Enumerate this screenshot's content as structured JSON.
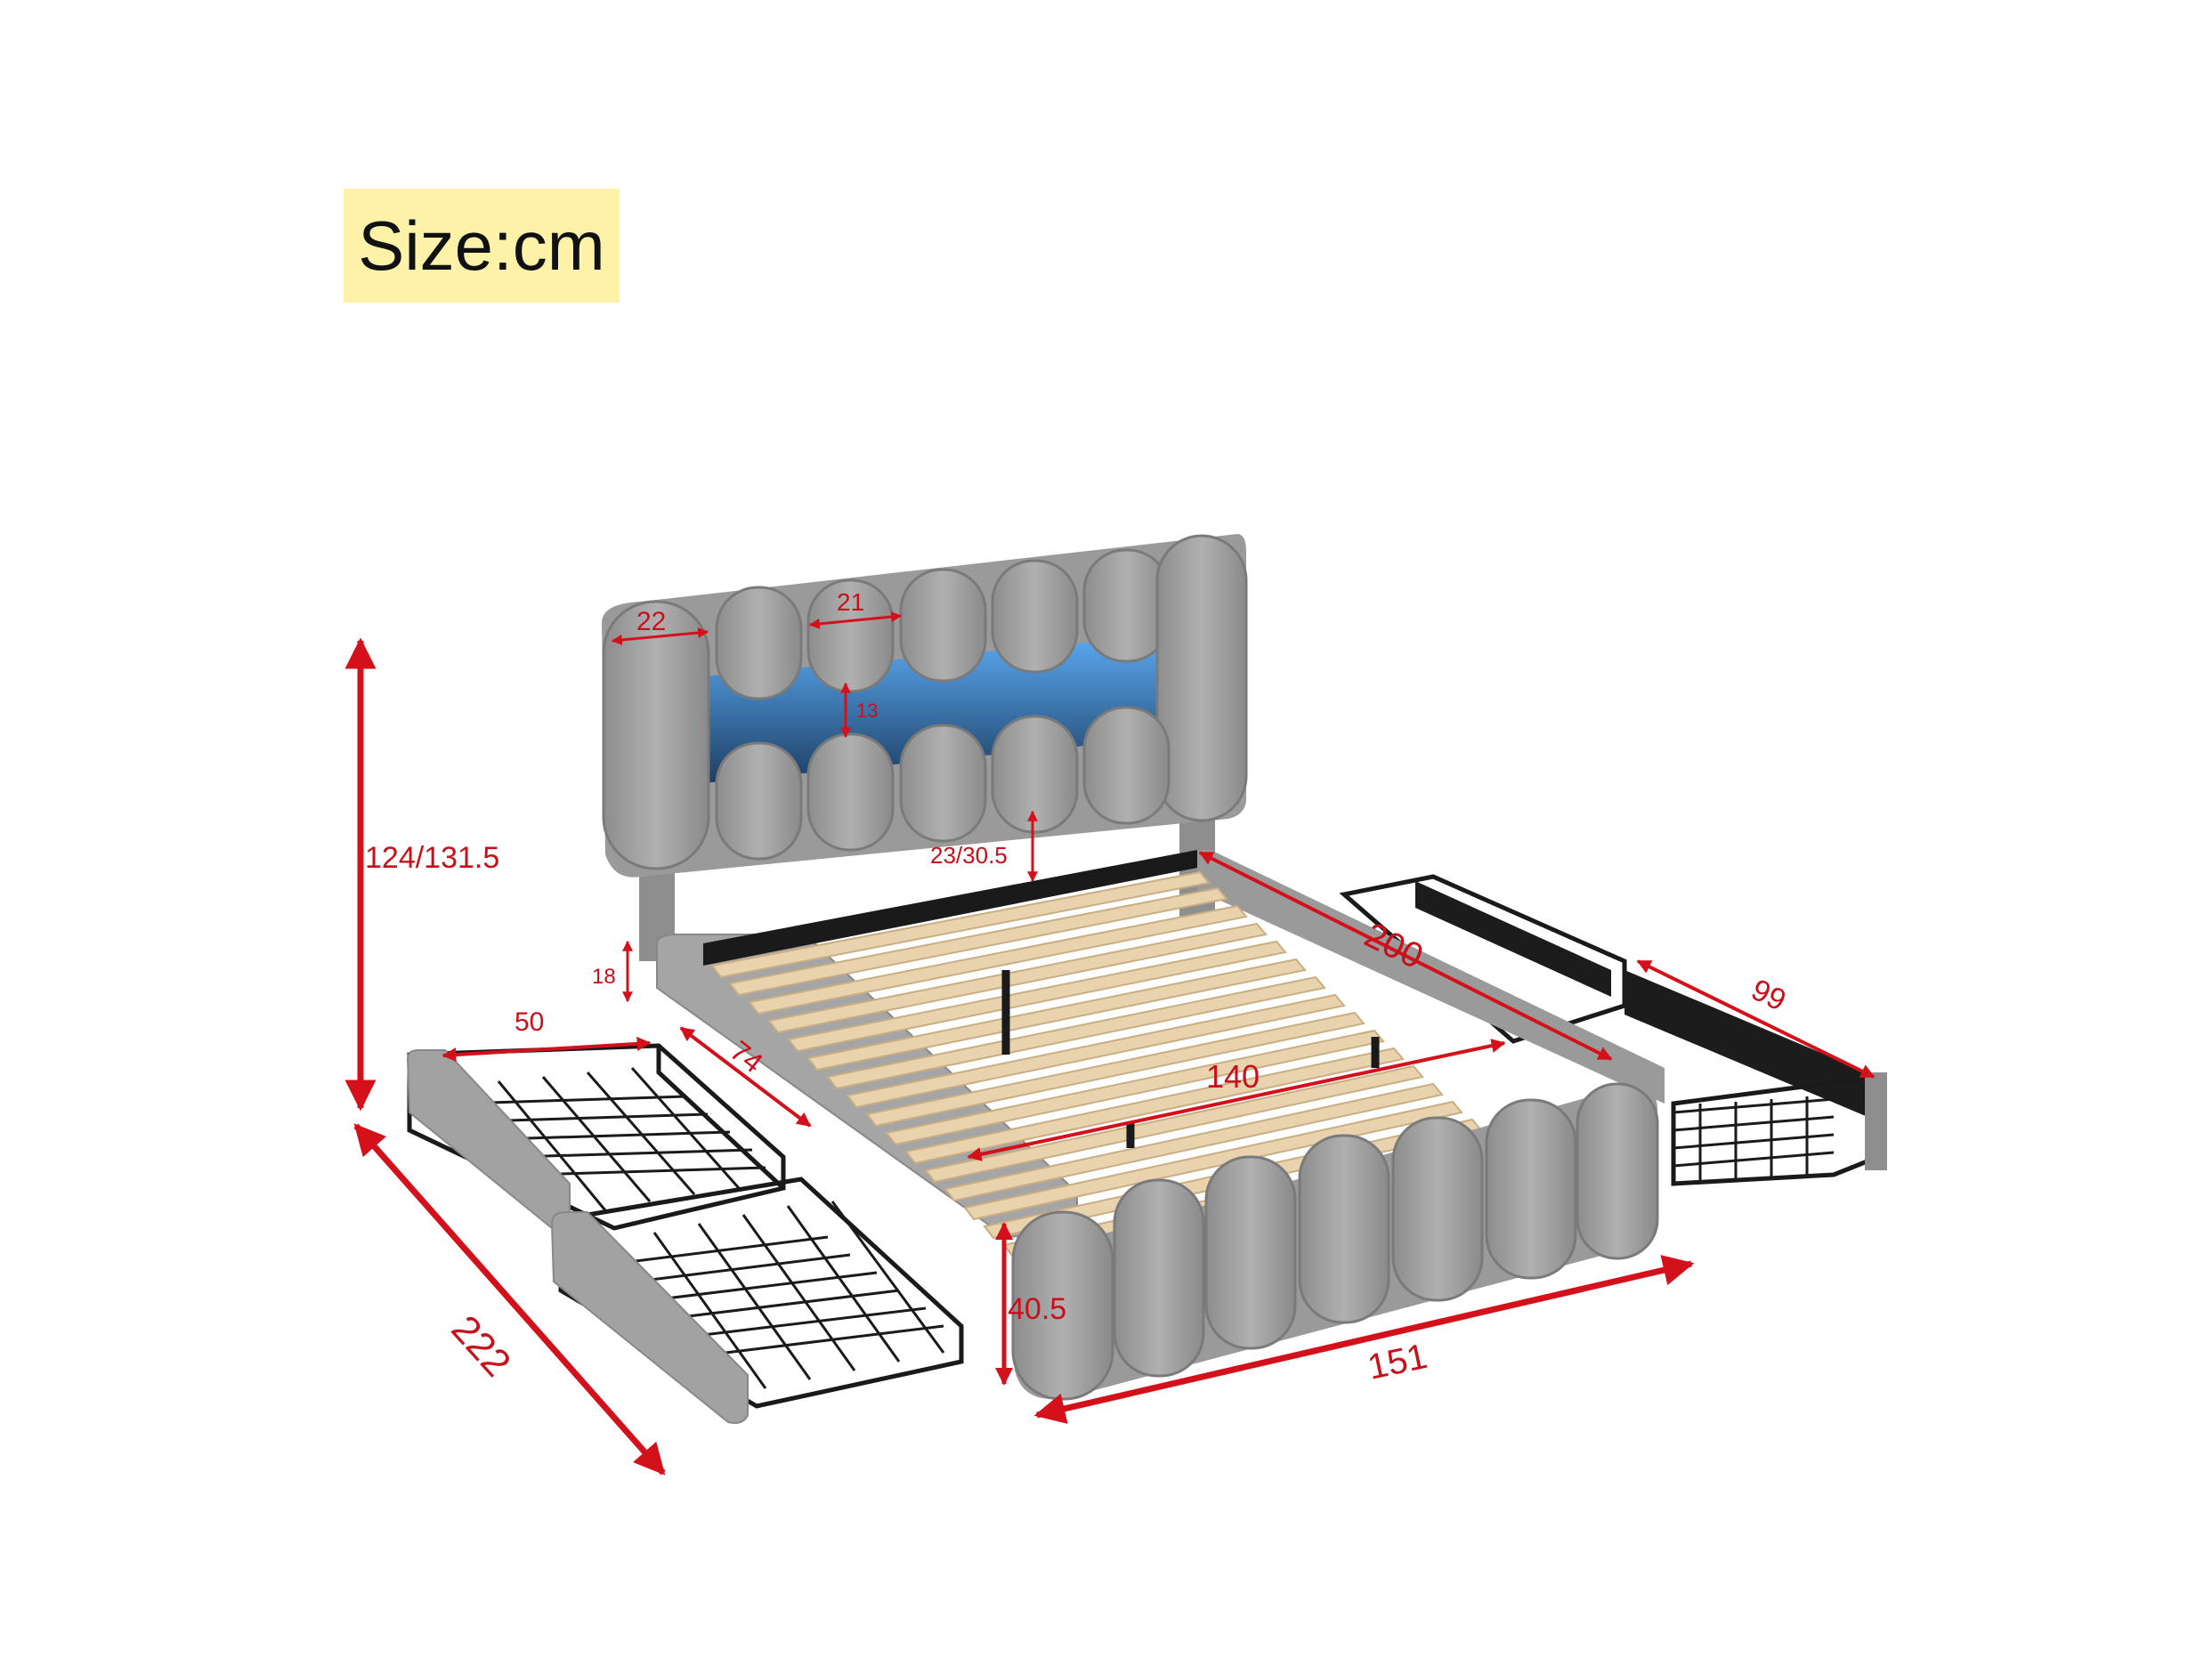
{
  "unit_label": "Size:cm",
  "dimensions": {
    "headboard_panel_width": "22",
    "headboard_panel_gap": "21",
    "light_strip_height": "13",
    "total_height": "124/131.5",
    "headboard_clearance": "23/30.5",
    "rail_height": "18",
    "drawer_width": "50",
    "drawer_length": "74",
    "slat_width": "140",
    "slat_length": "200",
    "side_drawer_length": "99",
    "total_length": "222",
    "footboard_height": "40.5",
    "total_width": "151"
  },
  "colors": {
    "dimension": "#d4111b",
    "upholstery": "#9c9c9c",
    "slats": "#e8d3ae",
    "metal": "#1a1a1a",
    "led": "#3a8ee6",
    "badge": "#fdf2a8"
  }
}
